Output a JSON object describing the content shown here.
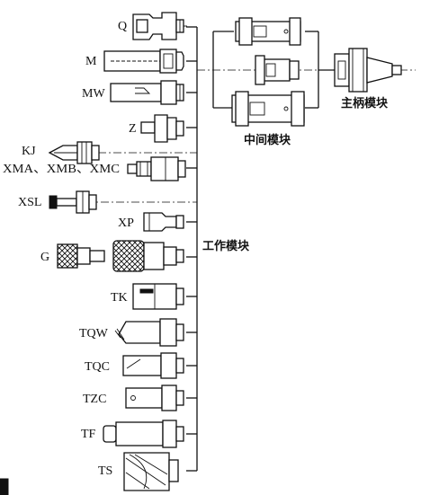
{
  "labels": {
    "Q": "Q",
    "M": "M",
    "MW": "MW",
    "Z": "Z",
    "KJ": "KJ",
    "XMA": "XMA、XMB、XMC",
    "XSL": "XSL",
    "XP": "XP",
    "G": "G",
    "TK": "TK",
    "TQW": "TQW",
    "TQC": "TQC",
    "TZC": "TZC",
    "TF": "TF",
    "TS": "TS"
  },
  "groups": {
    "intermediate": "中间模块",
    "shank": "主柄模块",
    "working": "工作模块"
  }
}
